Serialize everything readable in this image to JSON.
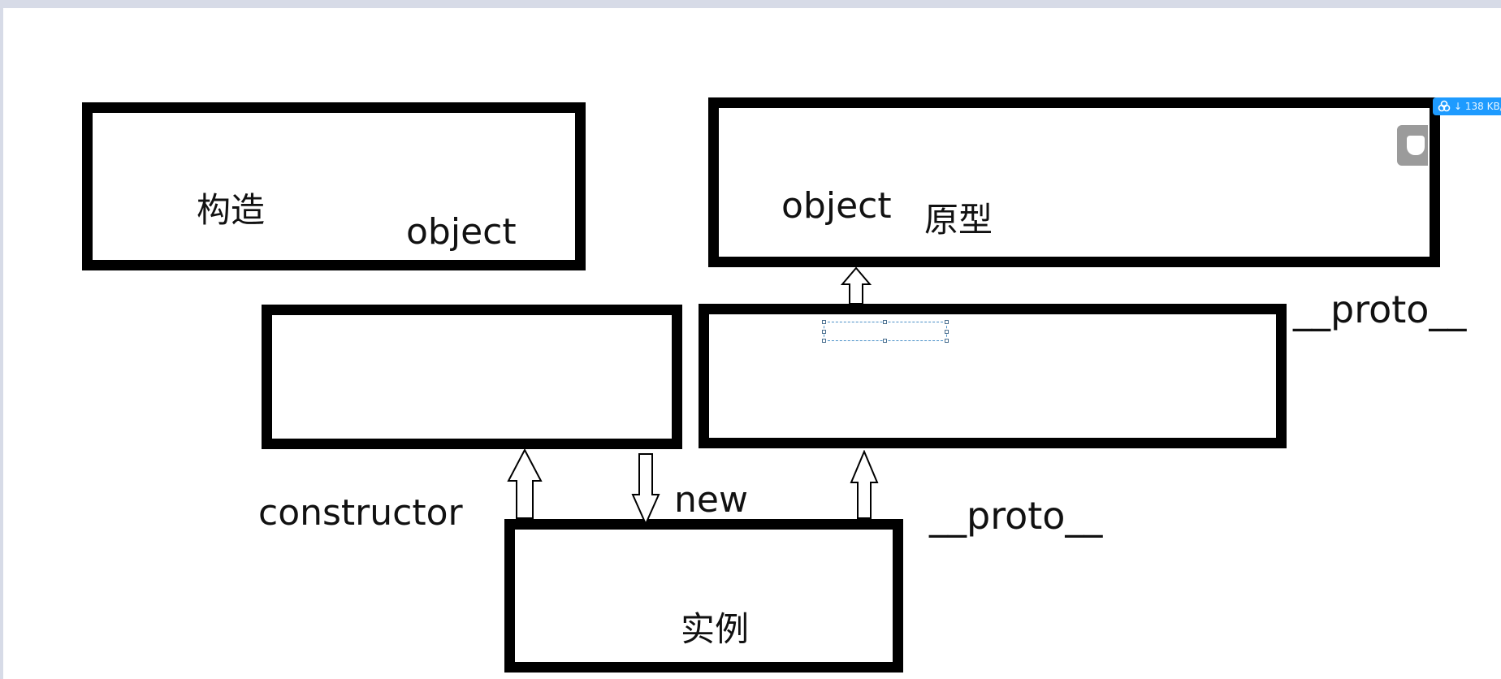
{
  "diagram": {
    "labels": {
      "constructor_box_cn": "构造",
      "constructor_box_object": "object",
      "prototype_box_object": "object",
      "prototype_box_cn": "原型",
      "proto_right": "__proto__",
      "constructor": "constructor",
      "new": "new",
      "proto_bottom": "__proto__",
      "instance": "实例"
    }
  },
  "overlay": {
    "badge_text": "↓ 138 KB/"
  },
  "colors": {
    "box_stroke": "#000000",
    "selection": "#4a90c8",
    "badge": "#1e9bff",
    "frame": "#d7dbe7"
  }
}
